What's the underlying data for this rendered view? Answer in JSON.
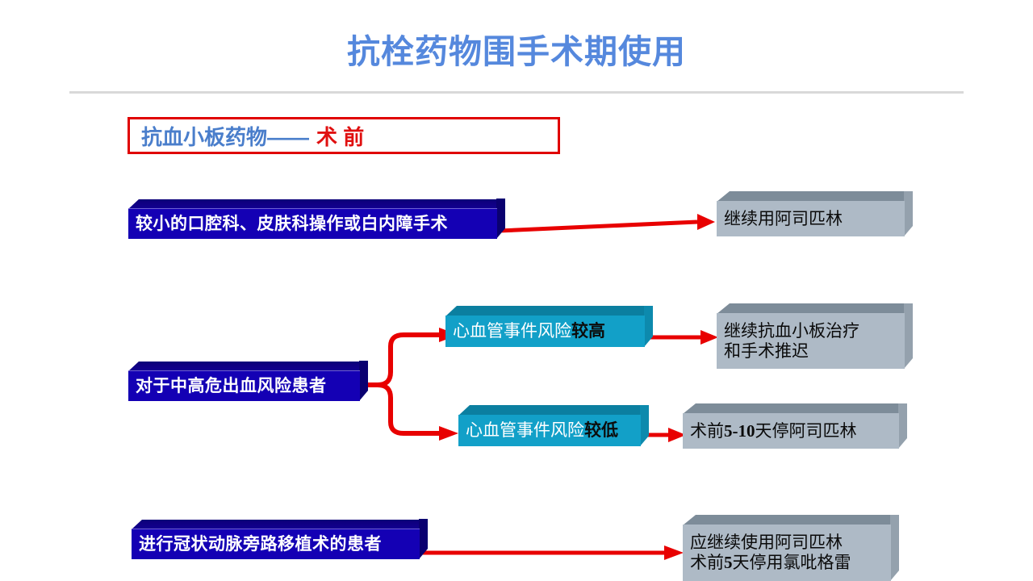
{
  "slide": {
    "title": "抗栓药物围手术期使用",
    "title_color": "#5588dd",
    "divider_color": "#d9d9d9",
    "background": "#ffffff"
  },
  "subtitle": {
    "blue_text": "抗血小板药物——",
    "red_text": "术 前",
    "blue_color": "#4a7ecb",
    "red_color": "#e01010",
    "border_color": "#e00000"
  },
  "flow": {
    "arrow_color": "#e80000",
    "nodes": {
      "minor_procedures": {
        "text": "较小的口腔科、皮肤科操作或白内障手术",
        "style": "blue",
        "fill": "#1400b4"
      },
      "continue_aspirin": {
        "text": "继续用阿司匹林",
        "style": "gray",
        "fill": "#aebac6"
      },
      "moderate_high_bleed_risk": {
        "text": "对于中高危出血风险患者",
        "style": "blue",
        "fill": "#1400b4"
      },
      "cv_risk_high": {
        "text_plain": "心血管事件风险",
        "text_strong": "较高",
        "style": "teal",
        "fill": "#12a0c8"
      },
      "cv_risk_low": {
        "text_plain": "心血管事件风险",
        "text_strong": "较低",
        "style": "teal",
        "fill": "#12a0c8"
      },
      "continue_antiplatelet_delay_surgery": {
        "line1": "继续抗血小板治疗",
        "line2": "和手术推迟",
        "style": "gray",
        "fill": "#aebac6"
      },
      "stop_aspirin_5_10": {
        "text_pre": "术前",
        "text_strong": "5-10",
        "text_post": "天停阿司匹林",
        "style": "gray",
        "fill": "#aebac6"
      },
      "cabg_patients": {
        "text": "进行冠状动脉旁路移植术的患者",
        "style": "blue",
        "fill": "#1400b4"
      },
      "cabg_recommendation": {
        "line1": "应继续使用阿司匹林",
        "line2_pre": "术前",
        "line2_strong": "5",
        "line2_post": "天停用氯吡格雷",
        "style": "gray",
        "fill": "#aebac6"
      }
    }
  }
}
